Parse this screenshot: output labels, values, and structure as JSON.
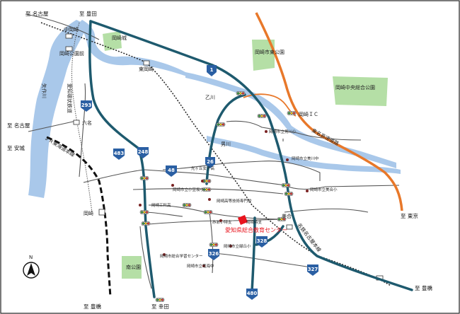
{
  "colors": {
    "highway": "#1e5a6e",
    "expressway": "#e8782a",
    "river": "#a9c8ea",
    "park": "#b5dfa6",
    "road": "#555555",
    "rail": "#333333",
    "target": "#e8141e",
    "shield": "#2a5fa3"
  },
  "directions": {
    "nagoya_top": "至 名古屋",
    "toyota": "至 豊田",
    "nagoya_left": "至 名古屋",
    "anjo": "至 安城",
    "tokyo": "至 東京",
    "toyohashi_right": "至 豊橋",
    "toyohashi_bottom": "至 豊橋",
    "koda": "至 幸田"
  },
  "stations": {
    "nakaokazaki": "中岡崎",
    "okazaki_koen_mae": "岡崎公園前",
    "higashi_okazaki": "東岡崎",
    "mutsuna": "六名",
    "okazaki": "岡崎"
  },
  "railways": {
    "aichi_kanjo": "愛知環状鉄道",
    "jr_tokaido": "ＪＲ東海道本線",
    "meitetsu": "名鉄名古屋本線"
  },
  "rivers": {
    "yahagi": "矢作川",
    "oto": "乙川",
    "otokawa": "男川"
  },
  "parks": {
    "okazaki_castle": "岡崎城",
    "higashi_park": "岡崎市東公園",
    "chuo_park": "岡崎中央総合公園",
    "minami_park": "南公園"
  },
  "interchanges": {
    "okazaki_ic": "岡崎ＩＣ"
  },
  "expressway_name": "東名高速道路",
  "routes": {
    "r1": "1",
    "r293": "293",
    "r483": "483",
    "r248": "248",
    "r26": "26",
    "r48": "48",
    "r326": "326",
    "r328": "328",
    "r327": "327",
    "r480": "480"
  },
  "facilities": {
    "mitsugi": "岡崎市立男川小",
    "mitsukigaoka": "光ヶ丘女子高",
    "oguri": "岡崎市立小豆坂小",
    "kosho": "岡崎工科高",
    "okazaki_koto": "岡崎高等技術専門校",
    "okazaki_tokushi": "岡崎特支",
    "miai": "みあい特支",
    "higashi_jh": "岡崎市立美川中",
    "miai_es": "岡崎市立美合小",
    "life_center": "岡崎市総合学習センター",
    "ryukai": "岡崎市立竜海中",
    "rokuta": "岡崎市立緑丘小",
    "miai_station": "美合"
  },
  "target": "愛知県総合教育センター",
  "compass": "N"
}
